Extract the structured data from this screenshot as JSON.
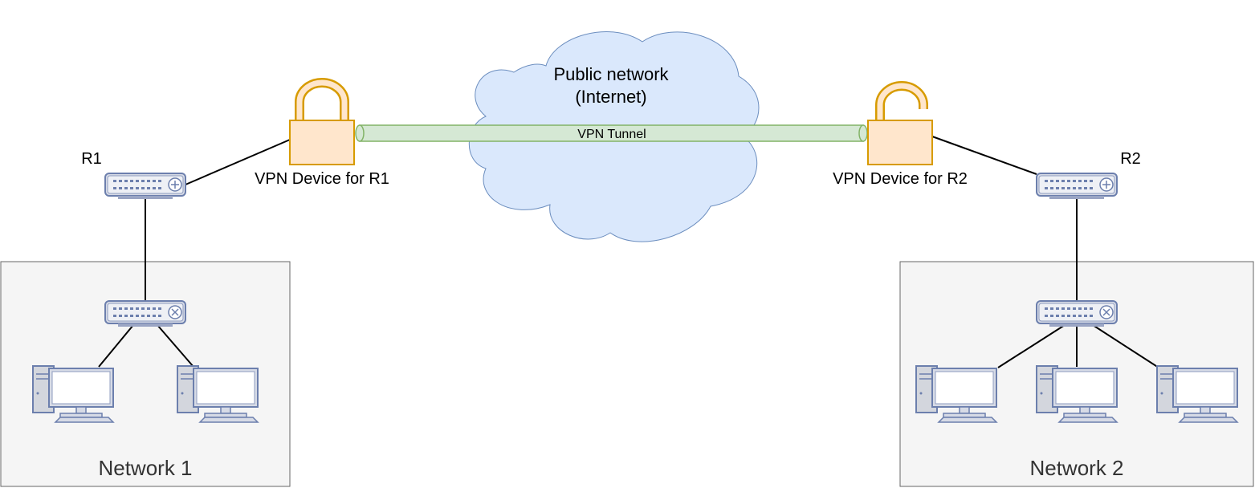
{
  "cloud": {
    "line1": "Public network",
    "line2": "(Internet)"
  },
  "tunnel": {
    "label": "VPN Tunnel"
  },
  "vpn_r1": {
    "label": "VPN Device for R1"
  },
  "vpn_r2": {
    "label": "VPN Device for R2"
  },
  "router_r1": {
    "label": "R1"
  },
  "router_r2": {
    "label": "R2"
  },
  "network1": {
    "label": "Network 1"
  },
  "network2": {
    "label": "Network 2"
  },
  "icons": {
    "router": "router-icon",
    "switch": "switch-icon",
    "computer": "desktop-computer-icon",
    "lock_closed": "lock-closed-icon",
    "lock_open": "lock-open-icon",
    "cloud": "cloud-icon"
  },
  "colors": {
    "cloud_fill": "#dae8fc",
    "cloud_stroke": "#6c8ebf",
    "tunnel_fill": "#d5e8d4",
    "tunnel_stroke": "#82b366",
    "lock_fill": "#ffe6cc",
    "lock_stroke": "#d79b00",
    "device_stroke": "#6c7fad",
    "network_box_fill": "#f5f5f5",
    "network_box_stroke": "#666666"
  }
}
